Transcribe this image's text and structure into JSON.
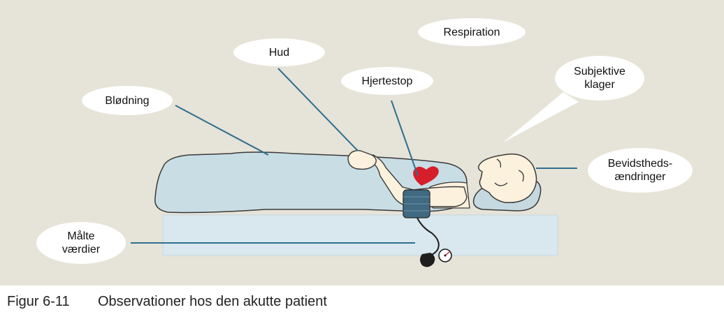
{
  "figure": {
    "labels": {
      "respiration": "Respiration",
      "hud": "Hud",
      "hjertestop": "Hjertestop",
      "subjektive_klager": "Subjektive\nklager",
      "bloedning": "Blødning",
      "bevidstheds": "Bevidstheds-\nændringer",
      "maalte_vaerdier": "Målte\nværdier"
    },
    "caption": {
      "number": "Figur 6-11",
      "text": "Observationer hos den akutte patient"
    }
  },
  "colors": {
    "background": "#e6e3d8",
    "bed_mattress": "#d9e8ee",
    "blanket": "#c9dde4",
    "skin": "#fcf1dd",
    "pillow": "#c5d9e0",
    "heart": "#d61f2a",
    "cuff": "#3f6a82",
    "leader_line": "#2d6f8e"
  }
}
